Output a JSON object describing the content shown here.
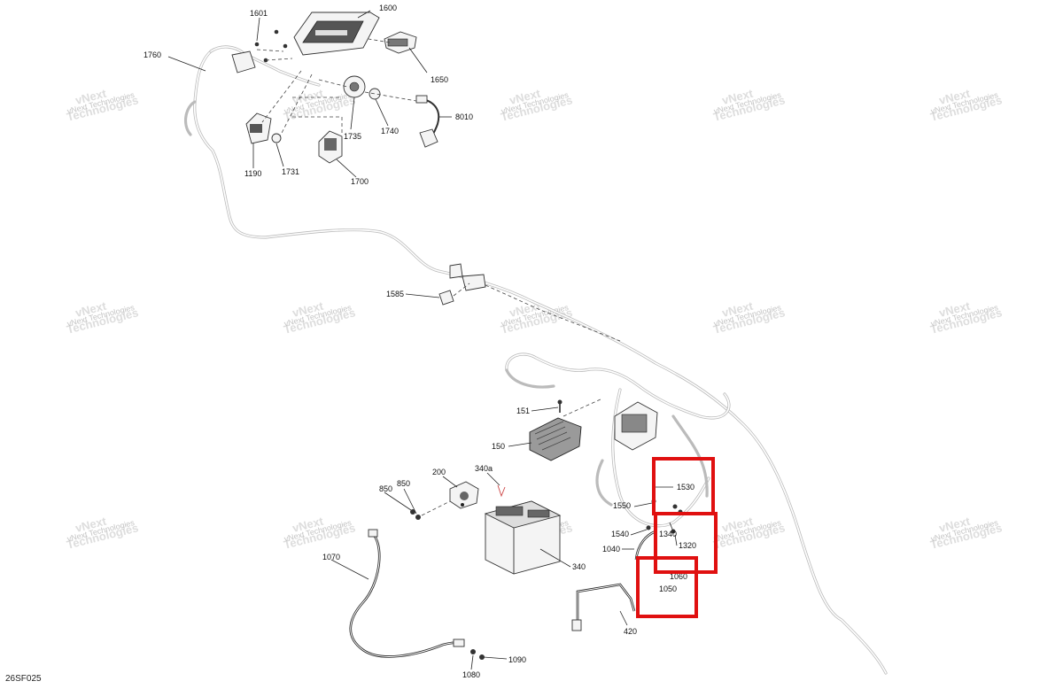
{
  "diagram_code": "26SF025",
  "watermark": {
    "line1": "vNext",
    "line2": "Technologies",
    "brand": "vNext Technologies"
  },
  "callouts": [
    {
      "id": "1600"
    },
    {
      "id": "1601"
    },
    {
      "id": "1650"
    },
    {
      "id": "1760"
    },
    {
      "id": "8010"
    },
    {
      "id": "1735"
    },
    {
      "id": "1740"
    },
    {
      "id": "1731"
    },
    {
      "id": "1190"
    },
    {
      "id": "1700"
    },
    {
      "id": "1585"
    },
    {
      "id": "151"
    },
    {
      "id": "150"
    },
    {
      "id": "200"
    },
    {
      "id": "340a"
    },
    {
      "id": "850"
    },
    {
      "id": "850"
    },
    {
      "id": "340"
    },
    {
      "id": "1070"
    },
    {
      "id": "1090"
    },
    {
      "id": "1080"
    },
    {
      "id": "1530"
    },
    {
      "id": "1550"
    },
    {
      "id": "1340"
    },
    {
      "id": "1540"
    },
    {
      "id": "1320"
    },
    {
      "id": "1040"
    },
    {
      "id": "1060"
    },
    {
      "id": "1050"
    },
    {
      "id": "420"
    }
  ],
  "highlight_color": "#e01010"
}
